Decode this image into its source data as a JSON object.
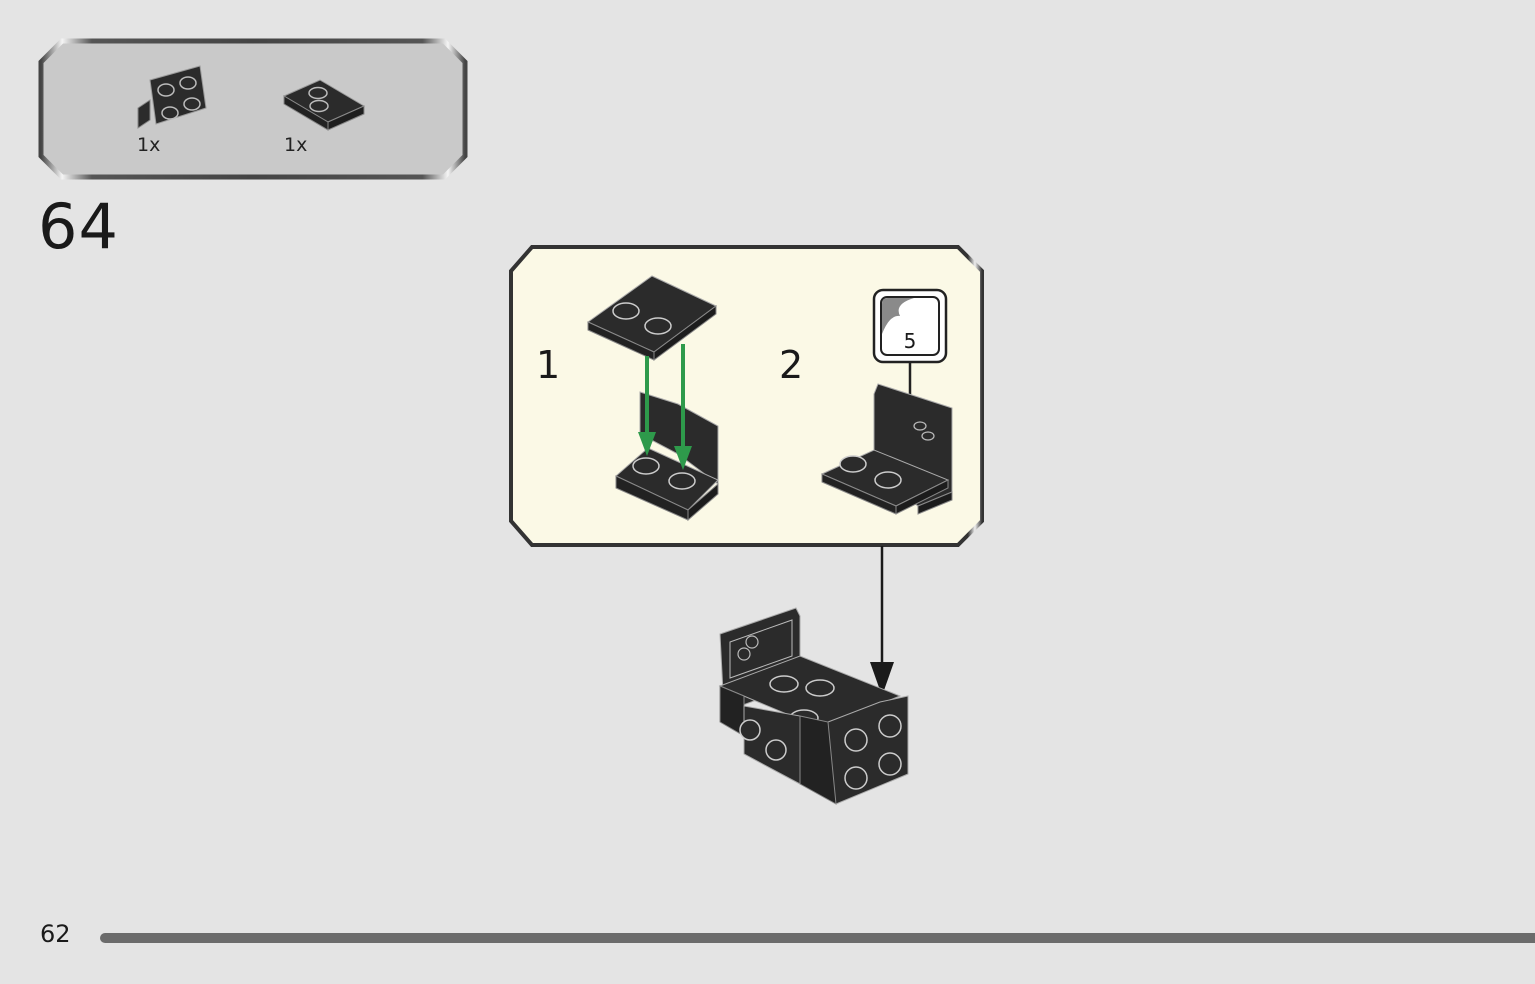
{
  "parts_list": {
    "items": [
      {
        "icon": "bracket-1x2-2x2-icon",
        "quantity": "1x",
        "color": "#2b2b2b"
      },
      {
        "icon": "plate-2x2-corner-icon",
        "quantity": "1x",
        "color": "#2b2b2b"
      }
    ]
  },
  "step": {
    "number": "64"
  },
  "sub_steps": [
    {
      "number": "1"
    },
    {
      "number": "2",
      "sticker": "5"
    }
  ],
  "colors": {
    "page_bg": "#e4e4e4",
    "callout_bg": "#fbf9e6",
    "parts_bg": "#c9c9c9",
    "arrow_green": "#2e9a4b",
    "brick": "#2b2b2b"
  },
  "footer": {
    "page_number": "62"
  }
}
